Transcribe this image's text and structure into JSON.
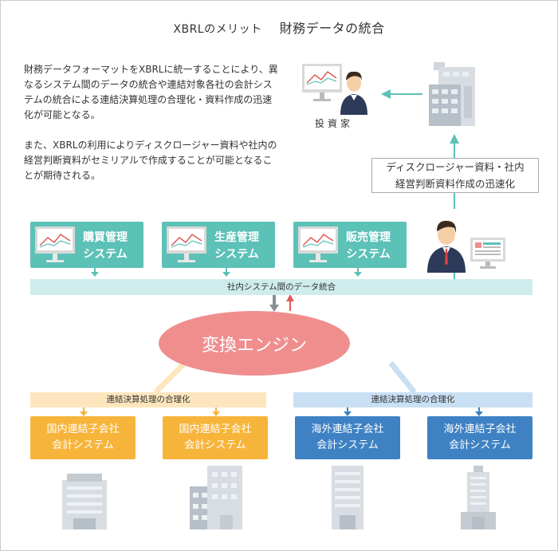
{
  "title": {
    "prefix": "XBRLのメリット",
    "main": "財務データの統合"
  },
  "description": {
    "paragraph1": "財務データフォーマットをXBRLに統一することにより、異なるシステム間のデータの統合や連結対象各社の会計システムの統合による連結決算処理の合理化・資料作成の迅速化が可能となる。",
    "paragraph2": "また、XBRLの利用によりディスクロージャー資料や社内の経営判断資料がセミリアルで作成することが可能となることが期待される。"
  },
  "investor": {
    "label": "投資家"
  },
  "disclosure": {
    "line1": "ディスクロージャー資料・社内",
    "line2": "経営判断資料作成の迅速化"
  },
  "systems": [
    {
      "line1": "購買管理",
      "line2": "システム"
    },
    {
      "line1": "生産管理",
      "line2": "システム"
    },
    {
      "line1": "販売管理",
      "line2": "システム"
    }
  ],
  "internal_bar": {
    "label": "社内システム間のデータ統合"
  },
  "engine": {
    "label": "変換エンジン"
  },
  "consolidation": {
    "left_label": "連結決算処理の合理化",
    "right_label": "連結決算処理の合理化"
  },
  "subsidiaries": [
    {
      "line1": "国内連結子会社",
      "line2": "会計システム"
    },
    {
      "line1": "国内連結子会社",
      "line2": "会計システム"
    },
    {
      "line1": "海外連結子会社",
      "line2": "会計システム"
    },
    {
      "line1": "海外連結子会社",
      "line2": "会計システム"
    }
  ],
  "colors": {
    "teal": "#5cc1b7",
    "engine": "#f08e8e",
    "orange": "#f7b43a",
    "blue": "#3e82c4",
    "arrow_up": "#e05a5a",
    "arrow_down": "#8a8f96"
  }
}
